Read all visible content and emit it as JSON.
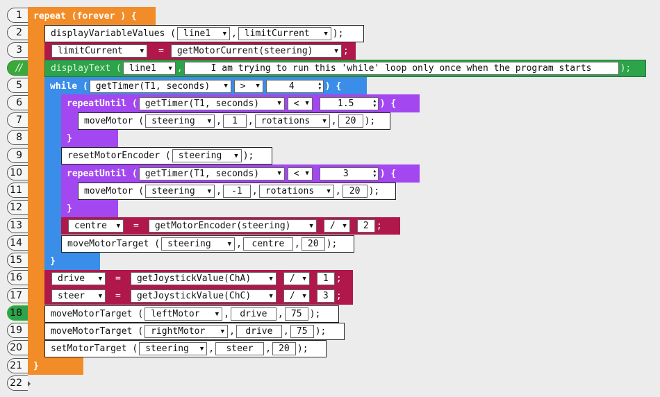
{
  "line_numbers": [
    "1",
    "2",
    "3",
    "//",
    "5",
    "6",
    "7",
    "8",
    "9",
    "10",
    "11",
    "12",
    "13",
    "14",
    "15",
    "16",
    "17",
    "18",
    "19",
    "20",
    "21",
    "22"
  ],
  "l1": {
    "keyword": "repeat (forever ) {"
  },
  "l2": {
    "fn": "displayVariableValues (",
    "a": "line1",
    "b": "limitCurrent",
    "end": ");"
  },
  "l3": {
    "var": "limitCurrent",
    "eq": "=",
    "fn": "getMotorCurrent(steering)",
    "end": ";"
  },
  "l4": {
    "fn": "displayText (",
    "a": "line1",
    "text": "I am trying to run this 'while' loop only once when the program starts",
    "end": ");"
  },
  "l5": {
    "kw": "while (",
    "fn": "getTimer(T1, seconds)",
    "op": ">",
    "val": "4",
    "end": ") {"
  },
  "l6": {
    "kw": "repeatUntil (",
    "fn": "getTimer(T1, seconds)",
    "op": "<",
    "val": "1.5",
    "end": ") {"
  },
  "l7": {
    "fn": "moveMotor (",
    "a": "steering",
    "b": "1",
    "c": "rotations",
    "d": "20",
    "end": ");"
  },
  "brace": "}",
  "l9": {
    "fn": "resetMotorEncoder (",
    "a": "steering",
    "end": ");"
  },
  "l10": {
    "kw": "repeatUntil (",
    "fn": "getTimer(T1, seconds)",
    "op": "<",
    "val": "3",
    "end": ") {"
  },
  "l11": {
    "fn": "moveMotor (",
    "a": "steering",
    "b": "-1",
    "c": "rotations",
    "d": "20",
    "end": ");"
  },
  "l13": {
    "var": "centre",
    "eq": "=",
    "fn": "getMotorEncoder(steering)",
    "op": "/",
    "val": "2",
    "end": ";"
  },
  "l14": {
    "fn": "moveMotorTarget (",
    "a": "steering",
    "b": "centre",
    "c": "20",
    "end": ");"
  },
  "l16": {
    "var": "drive",
    "eq": "=",
    "fn": "getJoystickValue(ChA)",
    "op": "/",
    "val": "1",
    "end": ";"
  },
  "l17": {
    "var": "steer",
    "eq": "=",
    "fn": "getJoystickValue(ChC)",
    "op": "/",
    "val": "3",
    "end": ";"
  },
  "l18": {
    "fn": "moveMotorTarget (",
    "a": "leftMotor",
    "b": "drive",
    "c": "75",
    "end": ");"
  },
  "l19": {
    "fn": "moveMotorTarget (",
    "a": "rightMotor",
    "b": "drive",
    "c": "75",
    "end": ");"
  },
  "l20": {
    "fn": "setMotorTarget (",
    "a": "steering",
    "b": "steer",
    "c": "20",
    "end": ");"
  },
  "comma": ",",
  "icons": {
    "dropdown": "chevron-down-icon",
    "spinner": "spinner-icon",
    "connector": "connector-triangle-icon"
  },
  "colors": {
    "repeat": "#f28c28",
    "while": "#3a8de8",
    "repeatUntil": "#a347f0",
    "assign": "#b0174a",
    "comment": "#2da34a"
  }
}
